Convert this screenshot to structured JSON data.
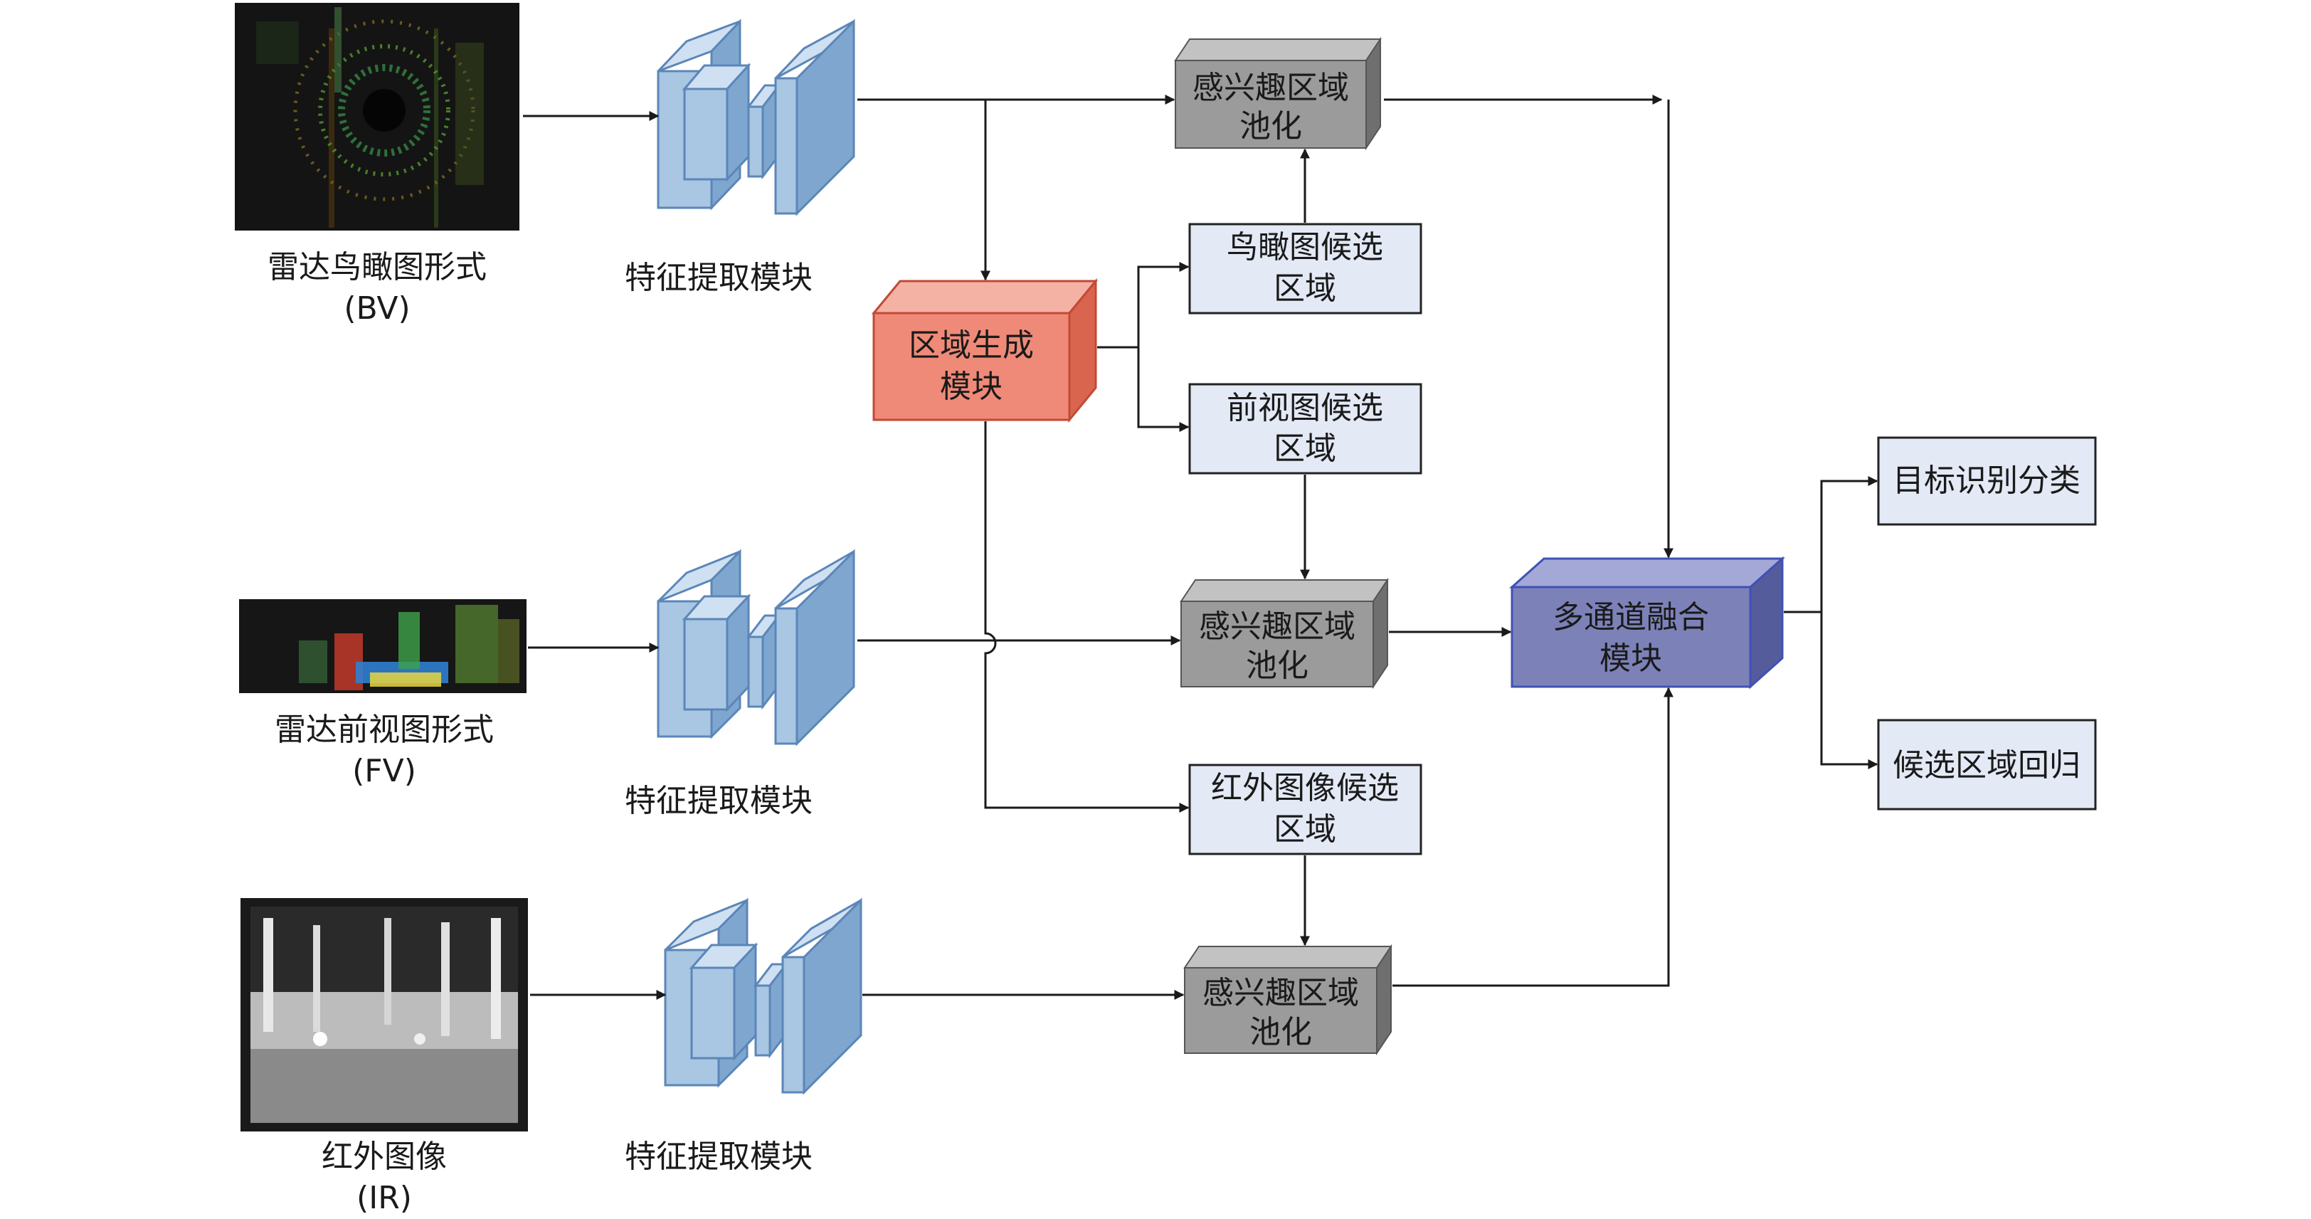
{
  "inputs": {
    "bv": {
      "label": "雷达鸟瞰图形式",
      "sub": "(BV)"
    },
    "fv": {
      "label": "雷达前视图形式",
      "sub": "(FV)"
    },
    "ir": {
      "label": "红外图像",
      "sub": "(IR)"
    }
  },
  "feature_module_label": "特征提取模块",
  "region_gen": {
    "line1": "区域生成",
    "line2": "模块"
  },
  "roi_pool": {
    "line1": "感兴趣区域",
    "line2": "池化"
  },
  "candidates": {
    "bv": {
      "line1": "鸟瞰图候选",
      "line2": "区域"
    },
    "fv": {
      "line1": "前视图候选",
      "line2": "区域"
    },
    "ir": {
      "line1": "红外图像候选",
      "line2": "区域"
    }
  },
  "fusion": {
    "line1": "多通道融合",
    "line2": "模块"
  },
  "outputs": {
    "classify": "目标识别分类",
    "regress": "候选区域回归"
  },
  "colors": {
    "feature_front": "#a9c6e2",
    "feature_side": "#7ea6cf",
    "roi_front": "#9b9b9b",
    "roi_side": "#6f6f6f",
    "region_gen_front": "#ef8a78",
    "region_gen_side": "#d9654f",
    "fusion_front": "#7c82b8",
    "fusion_side": "#555c9c",
    "candidate_fill": "#e3e9f5"
  }
}
